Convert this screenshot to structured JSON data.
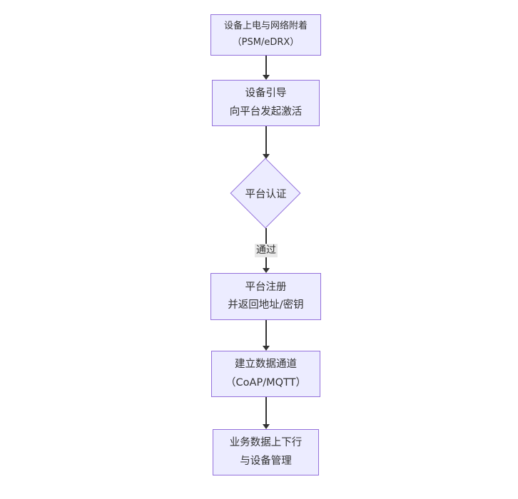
{
  "diagram": {
    "type": "flowchart",
    "direction": "top-down",
    "nodes": [
      {
        "id": "A",
        "shape": "rect",
        "lines": [
          "设备上电与网络附着",
          "（PSM/eDRX）"
        ]
      },
      {
        "id": "B",
        "shape": "rect",
        "lines": [
          "设备引导",
          "向平台发起激活"
        ]
      },
      {
        "id": "C",
        "shape": "diamond",
        "lines": [
          "平台认证"
        ]
      },
      {
        "id": "D",
        "shape": "rect",
        "lines": [
          "平台注册",
          "并返回地址/密钥"
        ]
      },
      {
        "id": "E",
        "shape": "rect",
        "lines": [
          "建立数据通道",
          "（CoAP/MQTT）"
        ]
      },
      {
        "id": "F",
        "shape": "rect",
        "lines": [
          "业务数据上下行",
          "与设备管理"
        ]
      }
    ],
    "edges": [
      {
        "from": "A",
        "to": "B"
      },
      {
        "from": "B",
        "to": "C"
      },
      {
        "from": "C",
        "to": "D",
        "label": "通过"
      },
      {
        "from": "D",
        "to": "E"
      },
      {
        "from": "E",
        "to": "F"
      }
    ],
    "colors": {
      "node_fill": "#ECECFF",
      "node_border": "#9370DB",
      "edge_line": "#333333",
      "edge_label_bg": "#e8e8e8",
      "text": "#333333",
      "background": "#ffffff"
    }
  }
}
